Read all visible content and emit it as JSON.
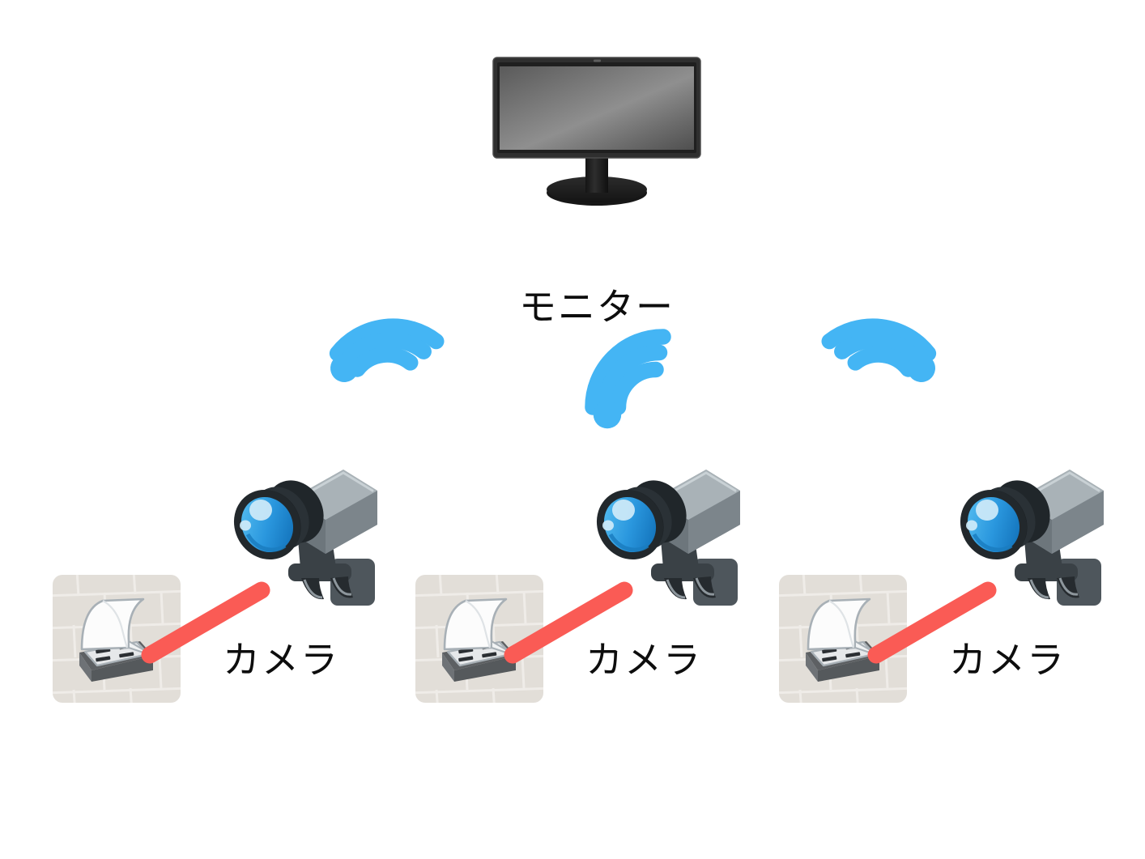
{
  "diagram": {
    "title_text_present": false,
    "background_color": "#ffffff",
    "accent_wifi_color": "#44b5f4",
    "cable_color": "#fa5b55",
    "wall_color": "#e0dcd6",
    "text_color": "#0d0d0d"
  },
  "monitor": {
    "label": "モニター",
    "icon_name": "monitor-icon",
    "screen_color_light": "#8e8e8e",
    "screen_color_dark": "#555555",
    "bezel_color": "#3a3a3a",
    "stand_color": "#1c1c1c"
  },
  "wifi_signals": [
    {
      "id": "wifi-left",
      "icon_name": "wifi-icon",
      "orientation": "tilted-right",
      "color": "#44b5f4"
    },
    {
      "id": "wifi-center",
      "icon_name": "wifi-icon",
      "orientation": "upright",
      "color": "#44b5f4"
    },
    {
      "id": "wifi-right",
      "icon_name": "wifi-icon",
      "orientation": "tilted-left",
      "color": "#44b5f4"
    }
  ],
  "cameras": [
    {
      "id": "camera-1",
      "label": "カメラ",
      "camera_icon_name": "security-camera-icon",
      "outlet_icon_name": "outdoor-power-outlet-icon",
      "cable_icon_name": "power-cable-icon",
      "lens_color": "#1f8fd6",
      "body_color": "#9aa3a8"
    },
    {
      "id": "camera-2",
      "label": "カメラ",
      "camera_icon_name": "security-camera-icon",
      "outlet_icon_name": "outdoor-power-outlet-icon",
      "cable_icon_name": "power-cable-icon",
      "lens_color": "#1f8fd6",
      "body_color": "#9aa3a8"
    },
    {
      "id": "camera-3",
      "label": "カメラ",
      "camera_icon_name": "security-camera-icon",
      "outlet_icon_name": "outdoor-power-outlet-icon",
      "cable_icon_name": "power-cable-icon",
      "lens_color": "#1f8fd6",
      "body_color": "#9aa3a8"
    }
  ]
}
